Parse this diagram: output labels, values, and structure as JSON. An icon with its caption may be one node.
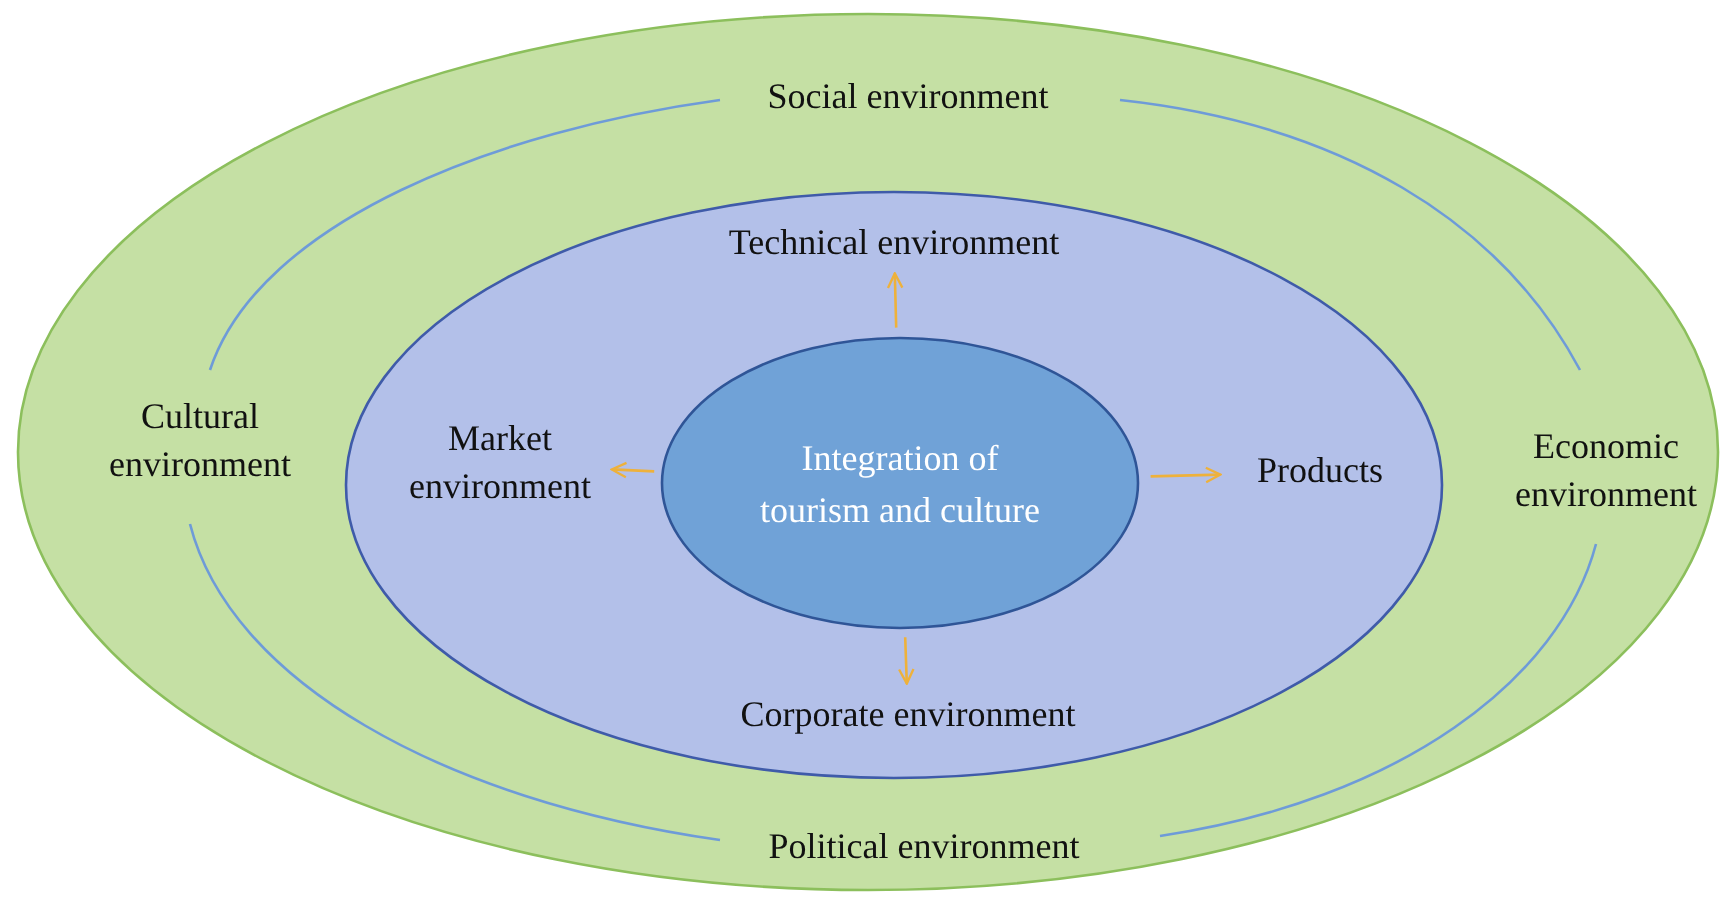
{
  "diagram": {
    "nodes": [
      {
        "text": [
          "Social environment",
          "Cultural environment",
          "Economic environment",
          "Political environment"
        ]
      },
      {
        "text": [],
        "shape": "ellipse",
        "in": 0
      },
      {
        "text": [
          "Technical environment"
        ],
        "in": 1
      },
      {
        "text": [
          "Market environment"
        ],
        "in": 1
      },
      {
        "text": [
          "Integration of tourism and culture"
        ],
        "in": 1
      },
      {
        "text": [
          "Products"
        ],
        "in": 1
      },
      {
        "text": [
          "Corporate environment"
        ],
        "in": 1
      }
    ],
    "edges": [
      {
        "from": 4,
        "to": 2,
        "arrow": "to",
        "color": "#eeb13b"
      },
      {
        "from": 4,
        "to": 3,
        "arrow": "to",
        "color": "#eeb13b"
      },
      {
        "from": 4,
        "to": 5,
        "arrow": "to",
        "color": "#eeb13b"
      },
      {
        "from": 4,
        "to": 6,
        "arrow": "to",
        "color": "#eeb13b"
      }
    ]
  }
}
